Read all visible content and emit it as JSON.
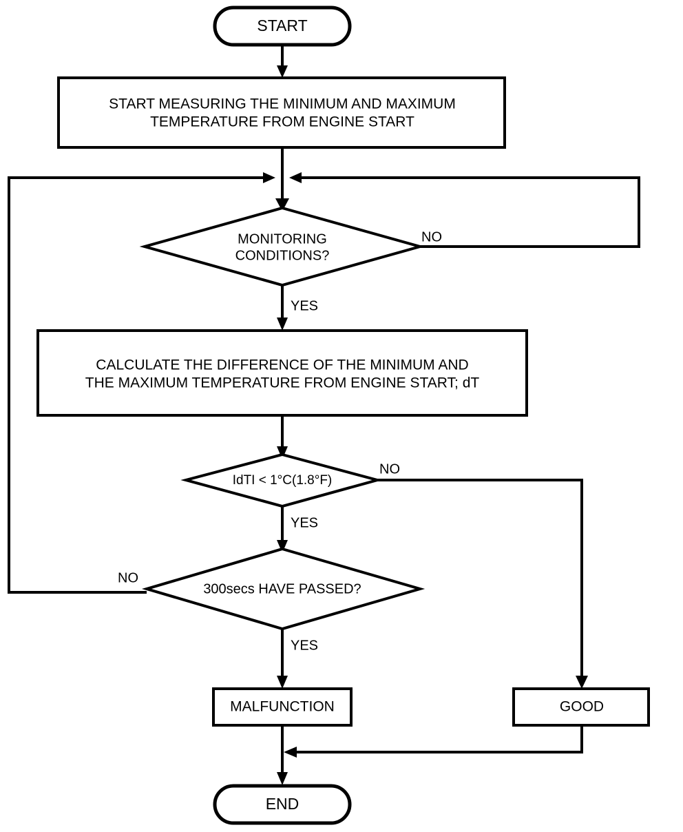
{
  "diagram": {
    "type": "flowchart",
    "title": "Engine temperature monitoring diagnostic flowchart",
    "colors": {
      "background": "#ffffff",
      "stroke": "#000000",
      "fill": "#ffffff"
    },
    "nodes": {
      "start": {
        "shape": "terminator",
        "label": "START"
      },
      "measure": {
        "shape": "process",
        "line1": "START MEASURING THE MINIMUM AND MAXIMUM",
        "line2": "TEMPERATURE FROM ENGINE START"
      },
      "monitoring": {
        "shape": "decision",
        "line1": "MONITORING",
        "line2": "CONDITIONS?"
      },
      "calculate": {
        "shape": "process",
        "line1": "CALCULATE THE DIFFERENCE OF THE MINIMUM AND",
        "line2": "THE MAXIMUM TEMPERATURE FROM ENGINE START; dT"
      },
      "dt_check": {
        "shape": "decision",
        "label": "IdTI < 1°C(1.8°F)"
      },
      "timer": {
        "shape": "decision",
        "label": "300secs HAVE PASSED?"
      },
      "malfunction": {
        "shape": "process",
        "label": "MALFUNCTION"
      },
      "good": {
        "shape": "process",
        "label": "GOOD"
      },
      "end": {
        "shape": "terminator",
        "label": "END"
      }
    },
    "edge_labels": {
      "monitoring_no": "NO",
      "monitoring_yes": "YES",
      "dt_no": "NO",
      "dt_yes": "YES",
      "timer_no": "NO",
      "timer_yes": "YES"
    }
  }
}
